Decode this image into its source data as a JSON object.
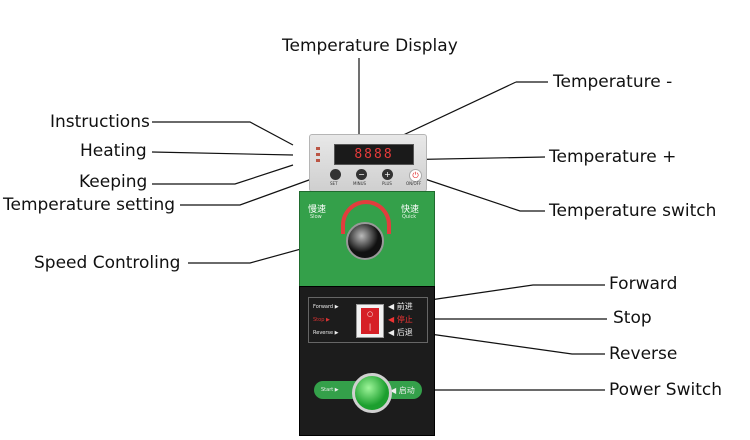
{
  "callouts": {
    "temperature_display": "Temperature Display",
    "temperature_minus": "Temperature -",
    "instructions": "Instructions",
    "heating": "Heating",
    "temperature_plus": "Temperature +",
    "keeping": "Keeping",
    "temperature_setting": "Temperature setting",
    "temperature_switch": "Temperature switch",
    "speed_controling": "Speed Controling",
    "forward": "Forward",
    "stop": "Stop",
    "reverse": "Reverse",
    "power_switch": "Power Switch"
  },
  "device": {
    "display_value": "8888",
    "buttons": {
      "set": "SET",
      "minus": "MINUS",
      "plus": "PLUS",
      "onoff": "ON/OFF"
    },
    "speed": {
      "slow_cn": "慢速",
      "slow_en": "Slow",
      "quick_cn": "快速",
      "quick_en": "Quick"
    },
    "direction": {
      "forward_en": "Forward ▶",
      "forward_cn": "◀ 前进",
      "stop_en": "Stop ▶",
      "stop_cn": "◀ 停止",
      "reverse_en": "Reverse ▶",
      "reverse_cn": "◀ 后退"
    },
    "start": {
      "en": "Start ▶",
      "cn": "◀ 启动"
    }
  },
  "colors": {
    "green_panel": "#34a04a",
    "red_accent": "#e23d3d",
    "display_text": "#e63b3b"
  }
}
